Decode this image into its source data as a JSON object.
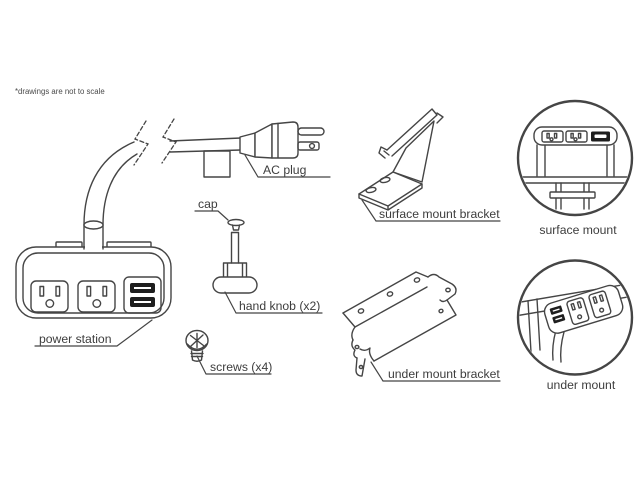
{
  "note": "*drawings are not to scale",
  "colors": {
    "background": "#ffffff",
    "line": "#454545",
    "text": "#3d3d3d",
    "fill_dark": "#1e1e1e"
  },
  "parts": {
    "ac_plug": {
      "label": "AC plug"
    },
    "cap": {
      "label": "cap"
    },
    "hand_knob": {
      "label": "hand knob (x2)"
    },
    "screws": {
      "label": "screws (x4)"
    },
    "power_station": {
      "label": "power station"
    },
    "surface_mount_bracket": {
      "label": "surface mount bracket"
    },
    "under_mount_bracket": {
      "label": "under mount bracket"
    }
  },
  "views": {
    "surface_mount": {
      "caption": "surface mount"
    },
    "under_mount": {
      "caption": "under mount"
    }
  }
}
